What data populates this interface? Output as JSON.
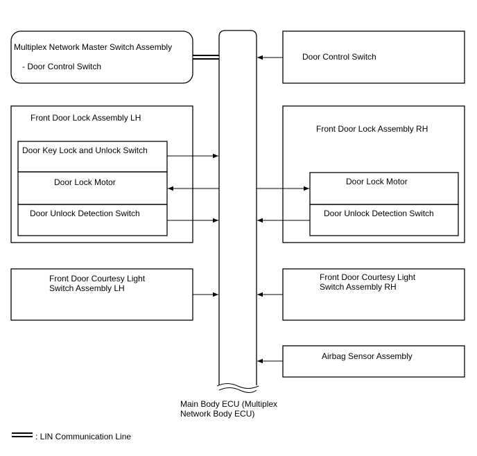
{
  "labels": {
    "master_switch_line1": "Multiplex Network Master Switch Assembly",
    "master_switch_line2": "- Door Control Switch",
    "door_control_switch": "Door Control Switch",
    "front_door_lock_lh": "Front Door Lock Assembly LH",
    "door_key_lock_switch": "Door Key Lock and Unlock Switch",
    "door_lock_motor_lh": "Door Lock Motor",
    "door_unlock_detection_lh": "Door Unlock Detection Switch",
    "front_door_lock_rh": "Front Door Lock Assembly RH",
    "door_lock_motor_rh": "Door Lock Motor",
    "door_unlock_detection_rh": "Door Unlock Detection Switch",
    "courtesy_lh_line1": "Front Door Courtesy Light",
    "courtesy_lh_line2": "Switch Assembly LH",
    "courtesy_rh_line1": "Front Door Courtesy Light",
    "courtesy_rh_line2": "Switch Assembly RH",
    "airbag_sensor": "Airbag Sensor Assembly",
    "ecu_line1": "Main Body ECU (Multiplex",
    "ecu_line2": "Network Body ECU)",
    "legend": ": LIN Communication Line"
  }
}
